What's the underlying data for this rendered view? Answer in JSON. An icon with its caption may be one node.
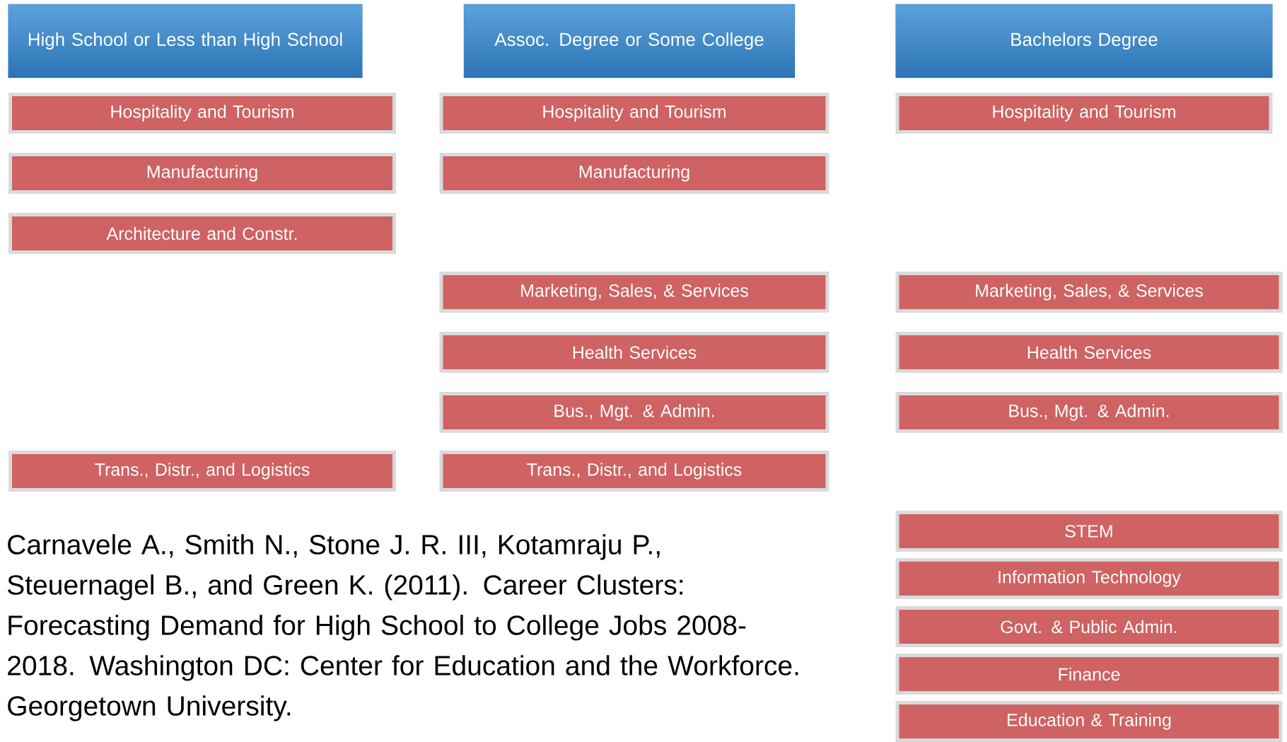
{
  "diagram": {
    "caption": "Carnavele A., Smith N., Stone J. R. III, Kotamraju P., Steuernagel B., and Green K. (2011). Career Clusters: Forecasting Demand for High School to College Jobs 2008-2018. Washington DC: Center for Education and the Workforce. Georgetown University.",
    "nodes": [
      {
        "text": [
          "High School or Less than High School"
        ]
      },
      {
        "text": [
          "Hospitality and Tourism"
        ]
      },
      {
        "text": [
          "Manufacturing"
        ]
      },
      {
        "text": [
          "Architecture and Constr."
        ]
      },
      {
        "text": [
          "Trans., Distr., and Logistics"
        ]
      },
      {
        "text": [
          "Assoc. Degree or Some College"
        ]
      },
      {
        "text": [
          "Hospitality and Tourism"
        ]
      },
      {
        "text": [
          "Manufacturing"
        ]
      },
      {
        "text": [
          "Marketing, Sales, & Services"
        ]
      },
      {
        "text": [
          "Health Services"
        ]
      },
      {
        "text": [
          "Bus., Mgt. & Admin."
        ]
      },
      {
        "text": [
          "Trans., Distr., and Logistics"
        ]
      },
      {
        "text": [
          "Bachelors Degree"
        ]
      },
      {
        "text": [
          "Hospitality and Tourism"
        ]
      },
      {
        "text": [
          "Marketing, Sales, & Services"
        ]
      },
      {
        "text": [
          "Health Services"
        ]
      },
      {
        "text": [
          "Bus., Mgt. & Admin."
        ]
      },
      {
        "text": [
          "STEM"
        ]
      },
      {
        "text": [
          "Information Technology"
        ]
      },
      {
        "text": [
          "Govt. & Public Admin."
        ]
      },
      {
        "text": [
          "Finance"
        ]
      },
      {
        "text": [
          "Education & Training"
        ]
      }
    ]
  }
}
